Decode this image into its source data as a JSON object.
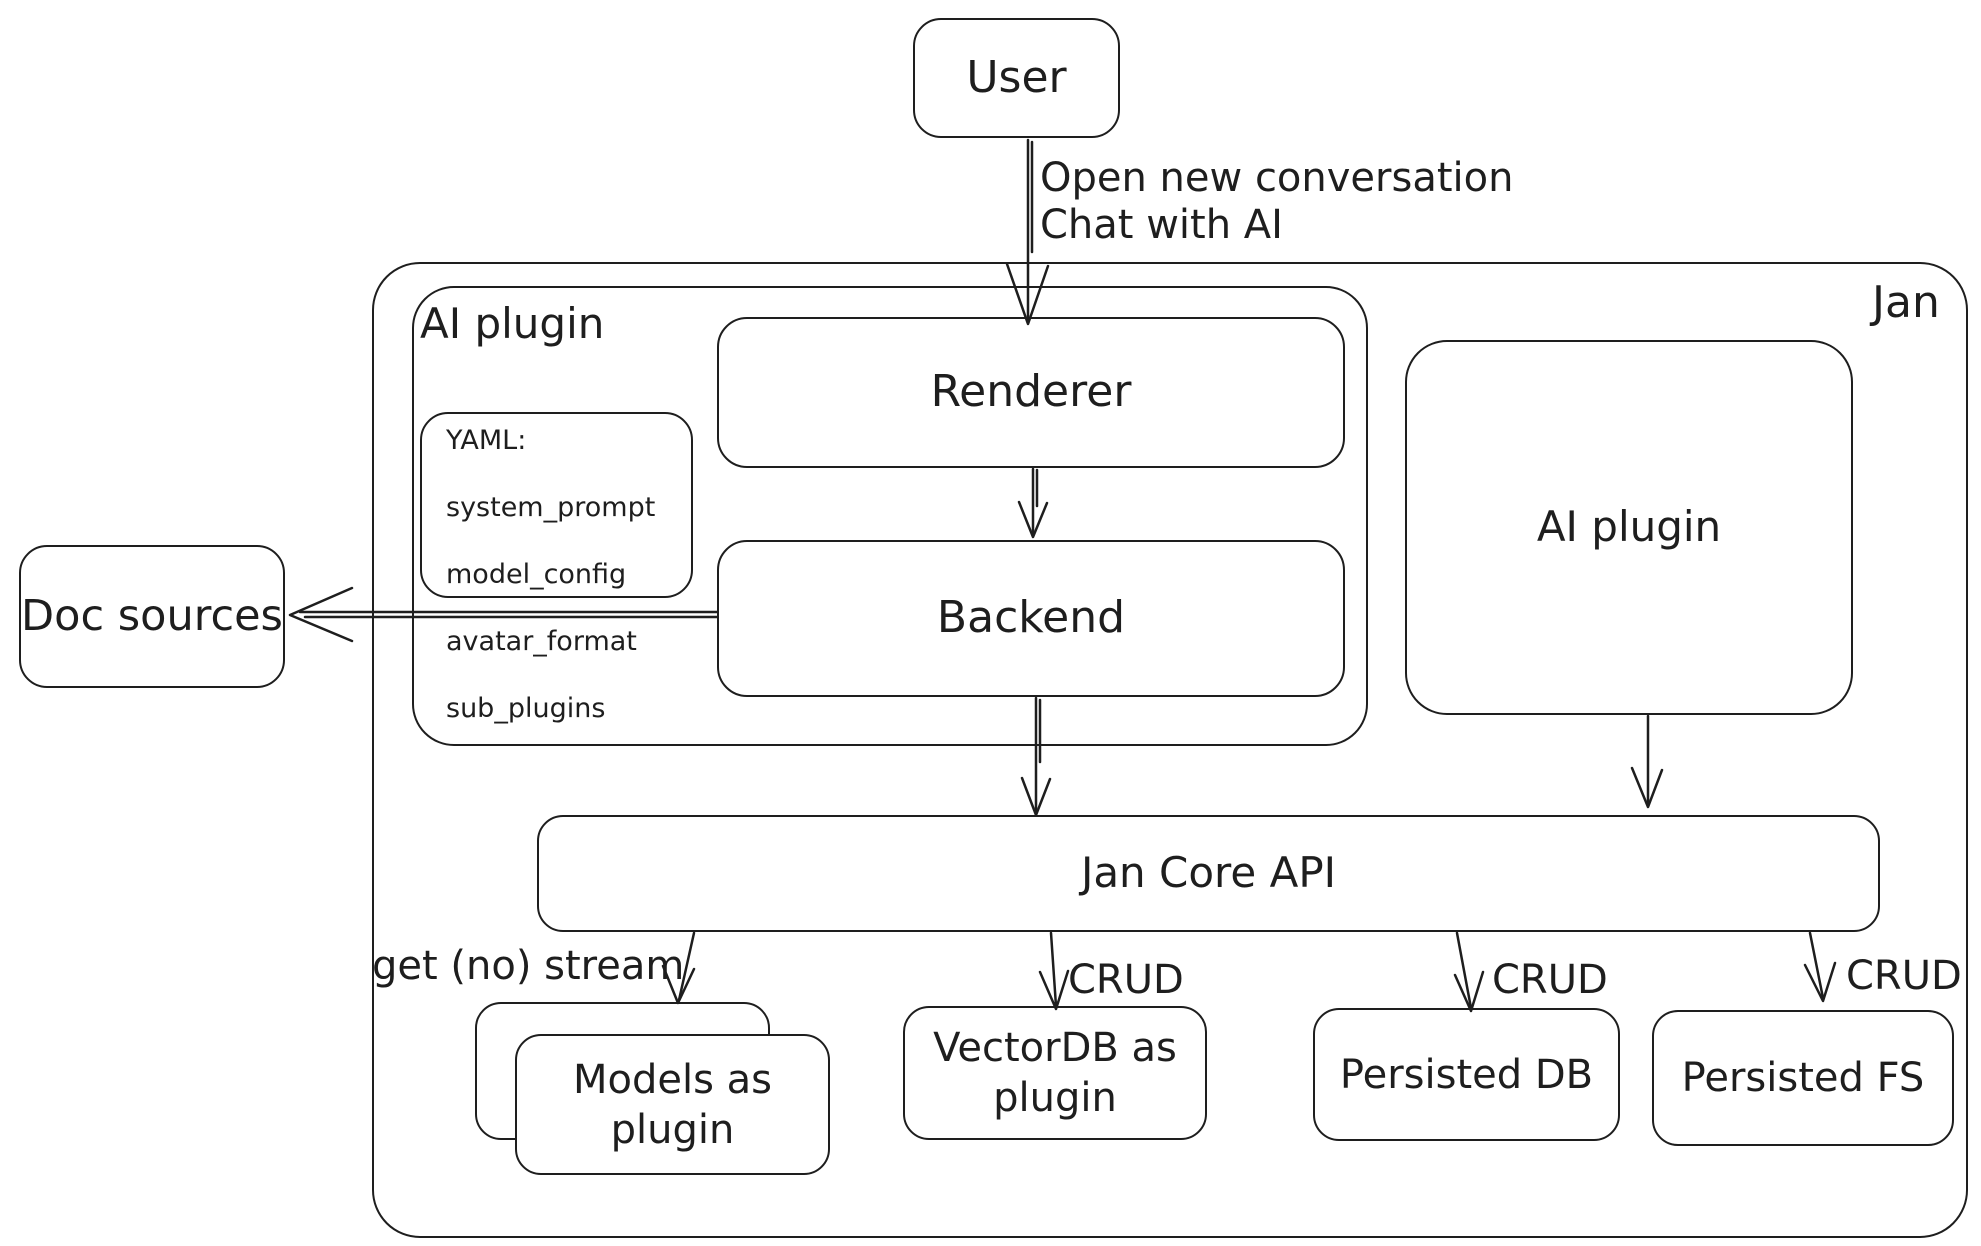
{
  "canvas": {
    "stroke_color": "#1e1e1e",
    "background_color": "#ffffff"
  },
  "nodes": {
    "user": {
      "label": "User"
    },
    "jan_container": {
      "label": "Jan"
    },
    "ai_plugin_group": {
      "label": "AI plugin"
    },
    "yaml_note": {
      "lines": [
        "YAML:",
        "system_prompt",
        "model_config",
        "avatar_format",
        "sub_plugins"
      ]
    },
    "renderer": {
      "label": "Renderer"
    },
    "backend": {
      "label": "Backend"
    },
    "ai_plugin_right": {
      "label": "AI plugin"
    },
    "doc_sources": {
      "label": "Doc sources"
    },
    "jan_core_api": {
      "label": "Jan Core API"
    },
    "models_as_plugin": {
      "line1": "Models as",
      "line2": "plugin"
    },
    "vectordb_as_plugin": {
      "line1": "VectorDB as",
      "line2": "plugin"
    },
    "persisted_db": {
      "label": "Persisted DB"
    },
    "persisted_fs": {
      "label": "Persisted FS"
    }
  },
  "edges": {
    "user_to_renderer": {
      "line1": "Open new conversation",
      "line2": "Chat with AI"
    },
    "core_to_models": {
      "label": "get (no) stream"
    },
    "core_to_vectordb": {
      "label": "CRUD"
    },
    "core_to_persisted_db": {
      "label": "CRUD"
    },
    "core_to_persisted_fs": {
      "label": "CRUD"
    }
  }
}
